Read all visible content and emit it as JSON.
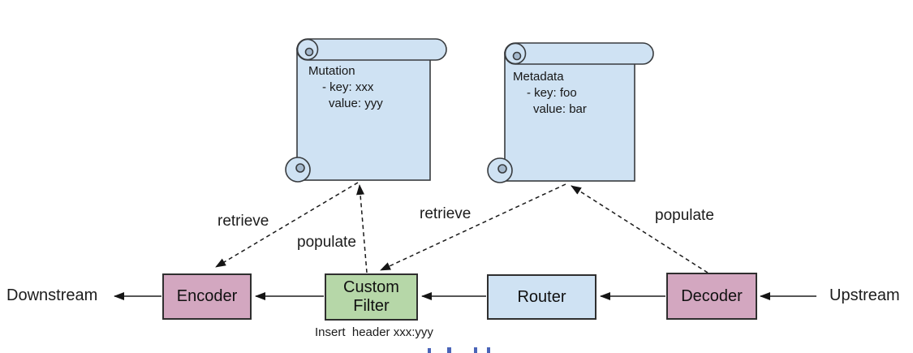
{
  "flow": {
    "left_endpoint": "Downstream",
    "right_endpoint": "Upstream",
    "nodes": [
      {
        "id": "encoder",
        "label": "Encoder",
        "fill": "#d3a7c0"
      },
      {
        "id": "custom-filter",
        "label": "Custom Filter",
        "fill": "#b6d7a8",
        "note": "Insert  header xxx:yyy"
      },
      {
        "id": "router",
        "label": "Router",
        "fill": "#cfe2f3"
      },
      {
        "id": "decoder",
        "label": "Decoder",
        "fill": "#d3a7c0"
      }
    ]
  },
  "scrolls": [
    {
      "title": "Mutation",
      "line1": "- key: xxx",
      "line2": "value: yyy",
      "fill": "#cfe2f3"
    },
    {
      "title": "Metadata",
      "line1": "- key: foo",
      "line2": "value: bar",
      "fill": "#cfe2f3"
    }
  ],
  "edges": [
    {
      "label": "retrieve",
      "from": "mutation-scroll",
      "to": "encoder"
    },
    {
      "label": "populate",
      "from": "custom-filter",
      "to": "mutation-scroll"
    },
    {
      "label": "retrieve",
      "from": "metadata-scroll",
      "to": "custom-filter"
    },
    {
      "label": "populate",
      "from": "decoder",
      "to": "metadata-scroll"
    }
  ],
  "colors": {
    "node_border": "#2f2f2f",
    "arrow": "#1f1f1f",
    "scroll_fill": "#cfe2f3",
    "scroll_curl_shade": "#a4b8cc",
    "cropped_text_fragment_blue": "#4a64b8"
  }
}
